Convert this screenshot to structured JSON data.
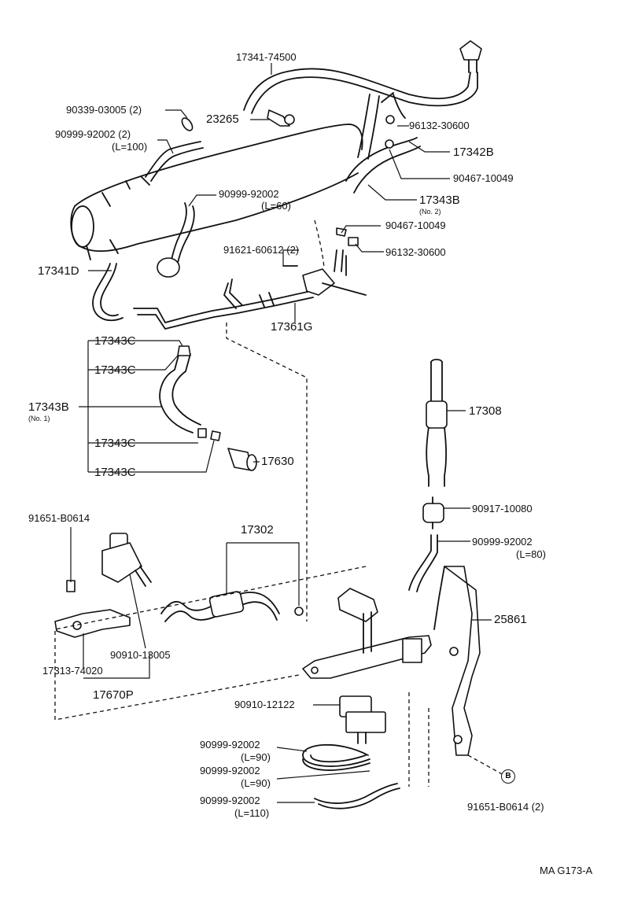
{
  "labels": {
    "p17341_74500": "17341-74500",
    "p90339_03005": "90339-03005 (2)",
    "p23265": "23265",
    "p90999_92002_a": "90999-92002 (2)",
    "p90999_92002_a_len": "(L=100)",
    "p96132_30600_a": "96132-30600",
    "p17342b": "17342B",
    "p90467_10049_a": "90467-10049",
    "p90999_92002_b": "90999-92002",
    "p90999_92002_b_len": "(L=60)",
    "p17343b_no2": "17343B",
    "p17343b_no2_sub": "(No. 2)",
    "p90467_10049_b": "90467-10049",
    "p91621_60612": "91621-60612 (2)",
    "p96132_30600_b": "96132-30600",
    "p17341d": "17341D",
    "p17361g": "17361G",
    "p17343c_1": "17343C",
    "p17343c_2": "17343C",
    "p17343b_no1": "17343B",
    "p17343b_no1_sub": "(No. 1)",
    "p17343c_3": "17343C",
    "p17343c_4": "17343C",
    "p17630": "17630",
    "p17308": "17308",
    "p91651_b0614_a": "91651-B0614",
    "p17302": "17302",
    "p90917_10080": "90917-10080",
    "p90999_92002_c": "90999-92002",
    "p90999_92002_c_len": "(L=80)",
    "p25861": "25861",
    "p90910_13005": "90910-13005",
    "p17313_74020": "17313-74020",
    "p17670p": "17670P",
    "p90910_12122": "90910-12122",
    "p90999_92002_d": "90999-92002",
    "p90999_92002_d_len": "(L=90)",
    "p90999_92002_e": "90999-92002",
    "p90999_92002_e_len": "(L=90)",
    "p90999_92002_f": "90999-92002",
    "p90999_92002_f_len": "(L=110)",
    "p91651_b0614_b": "91651-B0614 (2)",
    "ref_b": "B",
    "drawing_code": "MA G173-A"
  }
}
